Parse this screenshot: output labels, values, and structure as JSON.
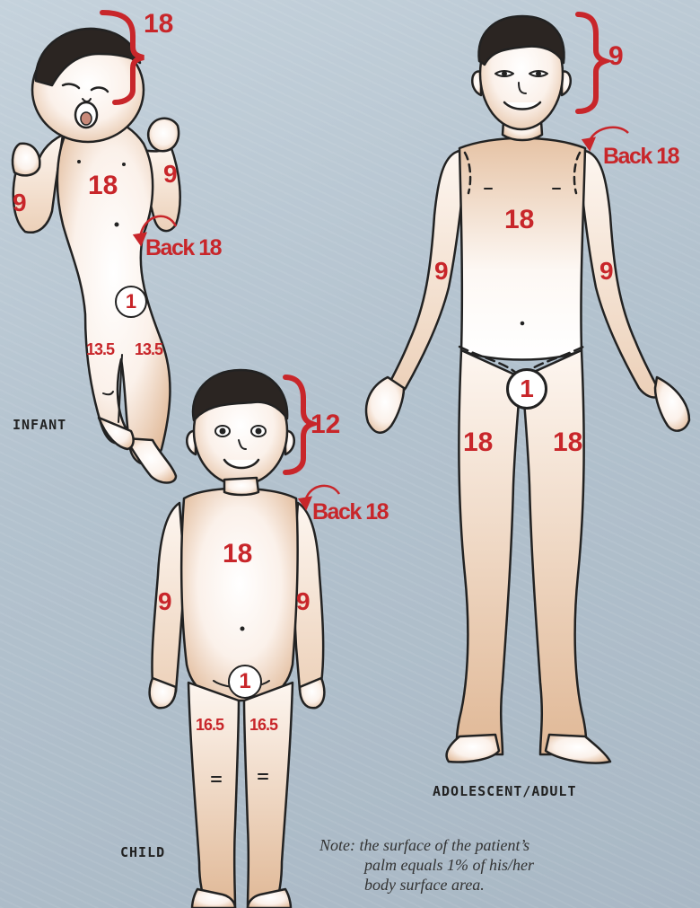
{
  "figures": {
    "infant": {
      "label": "INFANT",
      "head": "18",
      "arm_right": "9",
      "arm_left": "9",
      "trunk": "18",
      "back": "Back 18",
      "groin": "1",
      "leg_right": "13.5",
      "leg_left": "13.5"
    },
    "child": {
      "label": "CHILD",
      "head": "12",
      "arm_right": "9",
      "arm_left": "9",
      "trunk": "18",
      "back": "Back 18",
      "groin": "1",
      "leg_right": "16.5",
      "leg_left": "16.5"
    },
    "adult": {
      "label": "ADOLESCENT/ADULT",
      "head": "9",
      "arm_right": "9",
      "arm_left": "9",
      "trunk": "18",
      "back": "Back 18",
      "groin": "1",
      "leg_right": "18",
      "leg_left": "18"
    }
  },
  "note": {
    "line1": "Note: the surface of the patient’s",
    "line2": "palm equals 1% of his/her",
    "line3": "body surface area."
  },
  "colors": {
    "background": "#b9c7d2",
    "number_red": "#c8262a",
    "skin_light": "#ffffff",
    "skin_tan": "#e6c3a5",
    "outline": "#222222"
  }
}
